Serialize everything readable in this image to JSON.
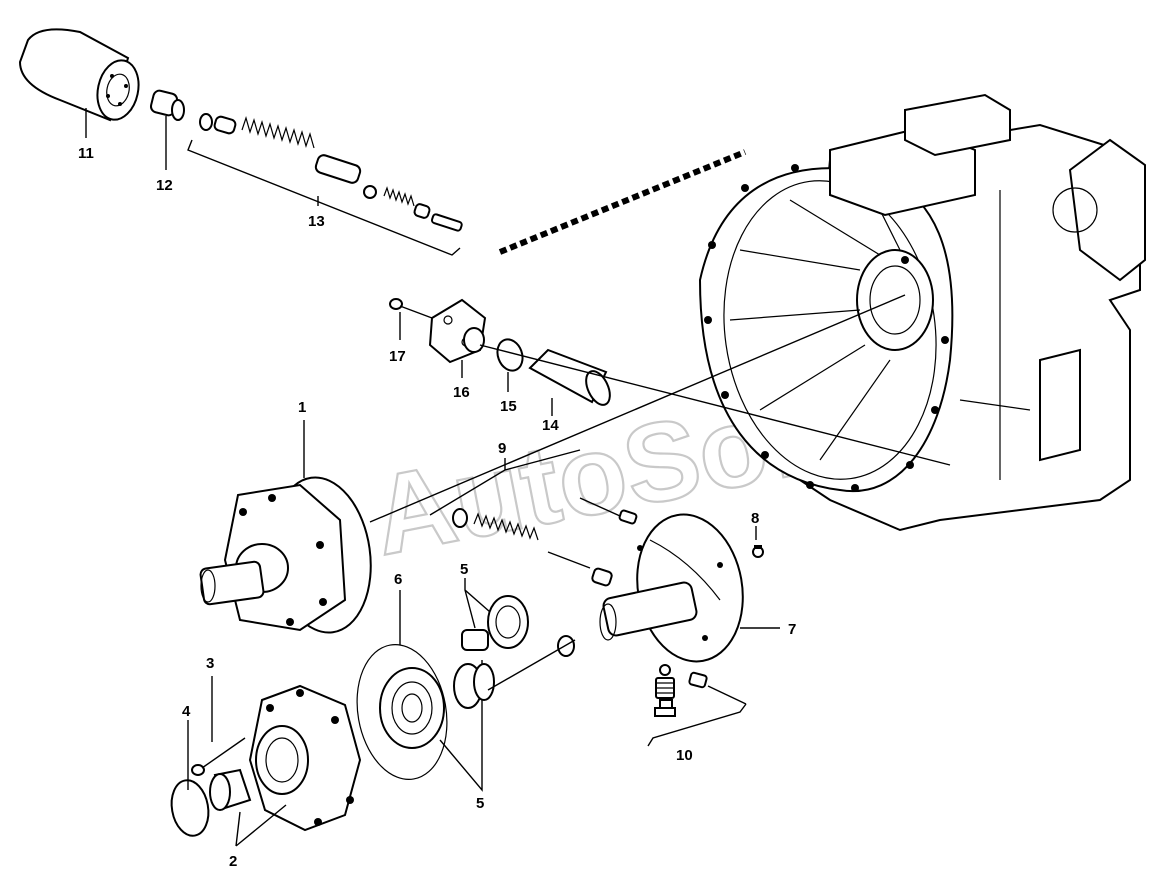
{
  "watermark": "AutoSoft",
  "labels": {
    "l1": "1",
    "l2": "2",
    "l3": "3",
    "l4": "4",
    "l5a": "5",
    "l5b": "5",
    "l6": "6",
    "l7": "7",
    "l8": "8",
    "l9": "9",
    "l10": "10",
    "l11": "11",
    "l12": "12",
    "l13": "13",
    "l14": "14",
    "l15": "15",
    "l16": "16",
    "l17": "17"
  }
}
